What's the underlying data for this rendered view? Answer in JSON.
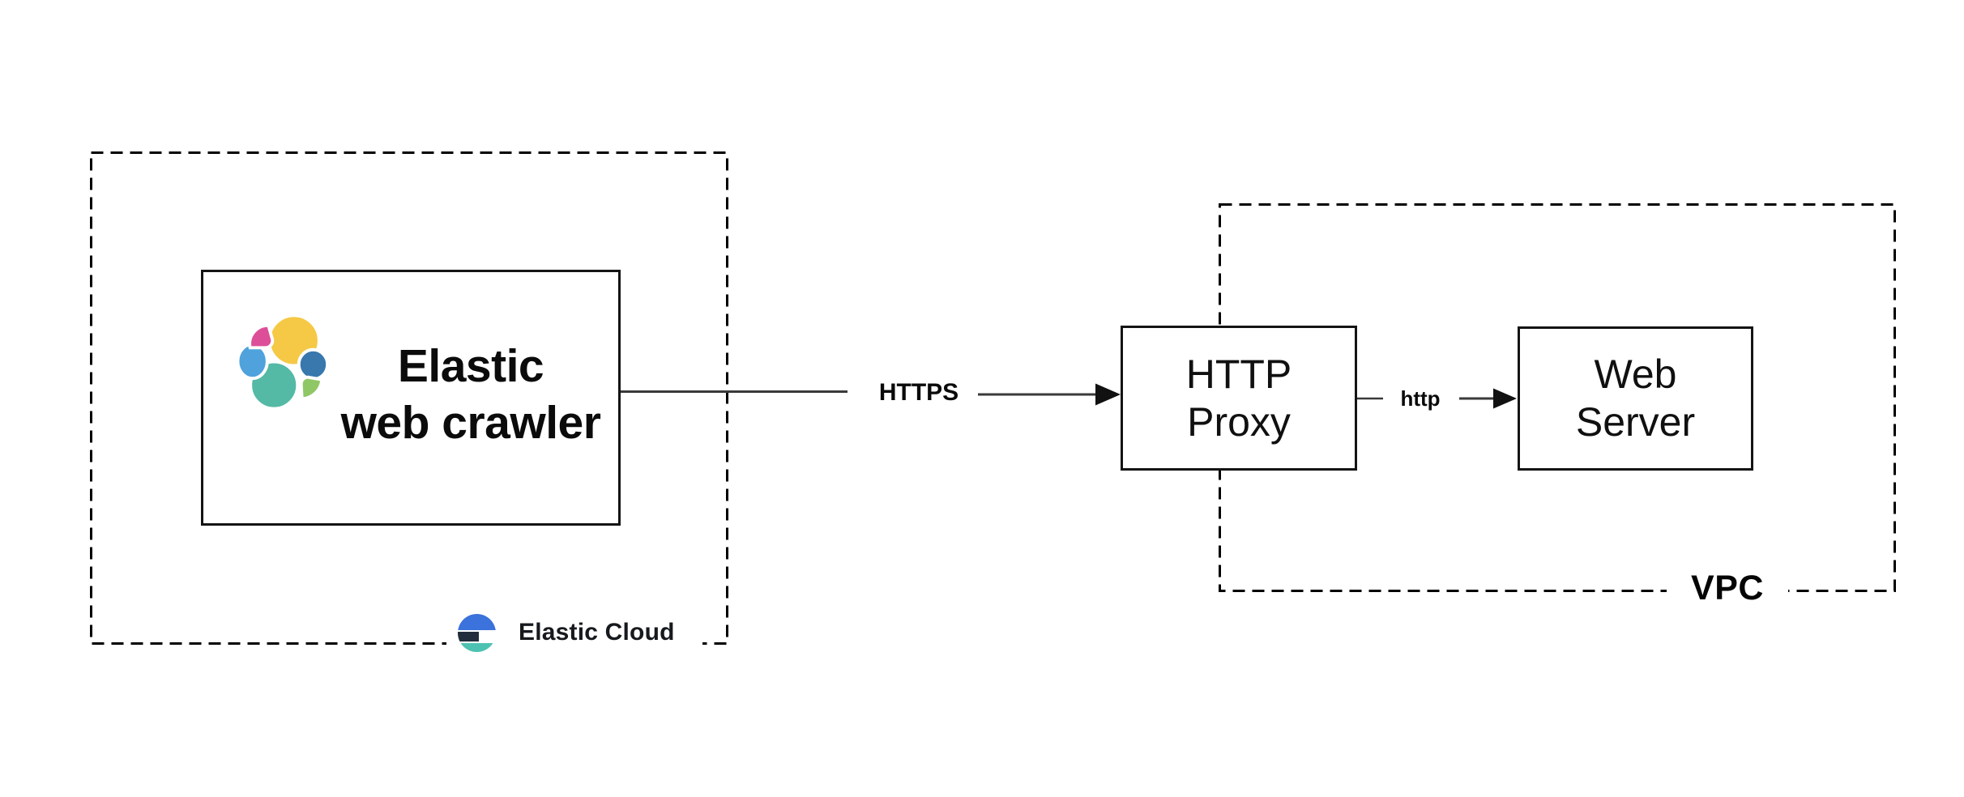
{
  "canvas": {
    "background": "#ffffff"
  },
  "groups": [
    {
      "id": "elastic-cloud",
      "label": "Elastic Cloud"
    },
    {
      "id": "vpc",
      "label": "VPC"
    }
  ],
  "nodes": [
    {
      "id": "elastic-web-crawler",
      "line1": "Elastic",
      "line2": "web crawler",
      "icon": "elasticsearch-logo"
    },
    {
      "id": "http-proxy",
      "line1": "HTTP",
      "line2": "Proxy"
    },
    {
      "id": "web-server",
      "line1": "Web",
      "line2": "Server"
    }
  ],
  "edges": [
    {
      "id": "https",
      "label": "HTTPS",
      "from": "elastic-web-crawler",
      "to": "http-proxy"
    },
    {
      "id": "http",
      "label": "http",
      "from": "http-proxy",
      "to": "web-server"
    }
  ],
  "colors": {
    "border": "#000000",
    "line": "#3a3a3a",
    "arrow": "#111111",
    "elasticsearch_logo": {
      "yellow": "#F5C945",
      "pink": "#DD4E98",
      "light_blue": "#4FA2DC",
      "teal": "#54B9A5",
      "steel_blue": "#3878AD",
      "green": "#90C765"
    },
    "elastic_cloud_logo": {
      "blue": "#3B72DB",
      "navy": "#212D3D",
      "teal": "#4EC2B2"
    }
  }
}
